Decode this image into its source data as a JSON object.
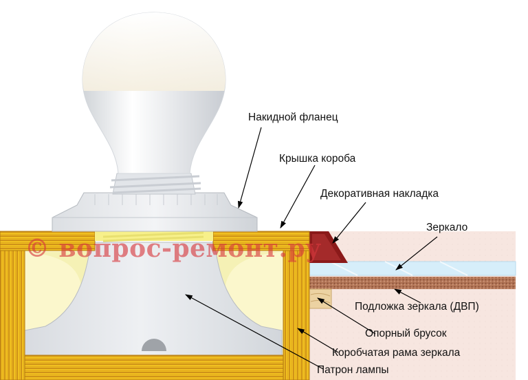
{
  "labels": {
    "flange": "Накидной фланец",
    "lid": "Крышка короба",
    "overlay": "Декоративная накладка",
    "mirror": "Зеркало",
    "backing": "Подложка зеркала (ДВП)",
    "support_bar": "Опорный брусок",
    "box_frame": "Коробчатая рама зеркала",
    "socket": "Патрон лампы"
  },
  "watermark": "© вопрос-ремонт.ру",
  "colors": {
    "wood": "#f0c020",
    "wood_grain": "#c98a10",
    "wall": "#f7e6e0",
    "mirror": "#d6eefa",
    "backing": "#a56a4a",
    "overlay": "#8b1a1a",
    "bulb": "#eef0f2",
    "arrow": "#000000",
    "watermark": "#d6373c"
  },
  "icons": {
    "arrow": "arrow-pointer-icon"
  }
}
